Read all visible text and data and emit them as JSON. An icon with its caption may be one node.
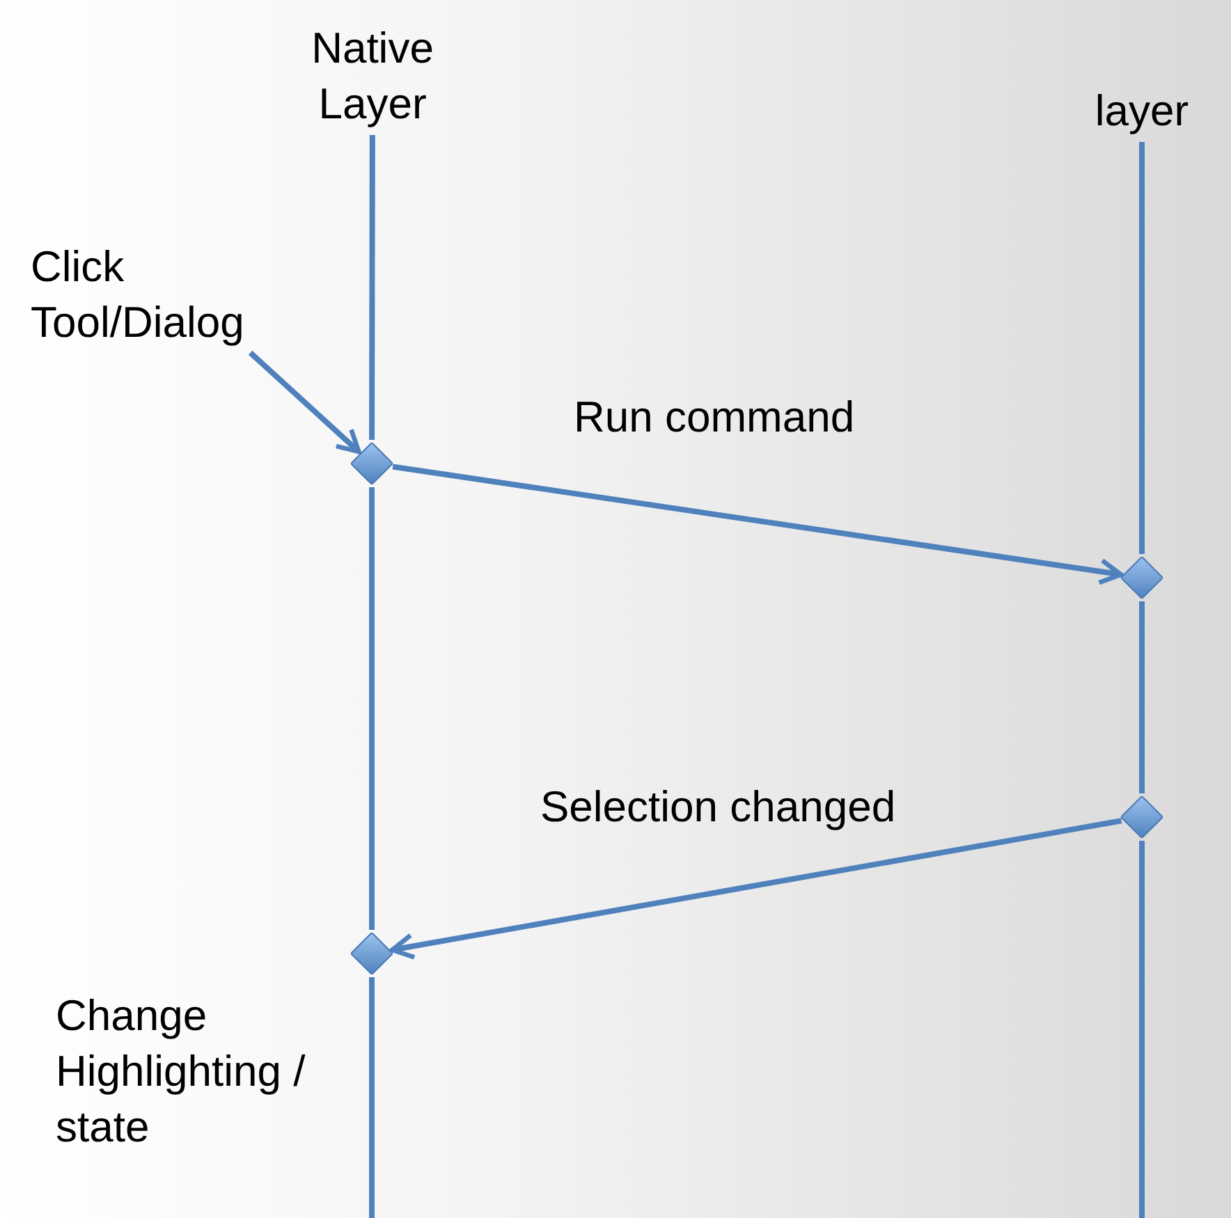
{
  "diagram": {
    "nodes": [
      {
        "text": [
          "Native Layer"
        ]
      },
      {
        "text": [
          "layer"
        ]
      },
      {
        "text": [
          "Click Tool/Dialog"
        ]
      },
      {
        "text": [],
        "shape": "diamond"
      },
      {
        "text": [],
        "shape": "diamond"
      },
      {
        "text": [],
        "shape": "diamond"
      },
      {
        "text": [],
        "shape": "diamond"
      }
    ],
    "edges": [
      {
        "from": 2,
        "to": 3,
        "arrow": "to"
      },
      {
        "from": 3,
        "to": 4,
        "arrow": "to",
        "label": "Run command"
      },
      {
        "from": 5,
        "to": 6,
        "arrow": "to",
        "label": "Selection changed"
      },
      {
        "from": 0,
        "to": 3,
        "arrow": "none"
      },
      {
        "from": 3,
        "to": 6,
        "arrow": "none"
      },
      {
        "from": 6,
        "to": null,
        "arrow": "none"
      },
      {
        "from": 1,
        "to": 4,
        "arrow": "none"
      },
      {
        "from": 4,
        "to": 5,
        "arrow": "none"
      },
      {
        "from": 5,
        "to": null,
        "arrow": "none"
      }
    ],
    "labels": [
      "Change Highlighting / state"
    ]
  }
}
